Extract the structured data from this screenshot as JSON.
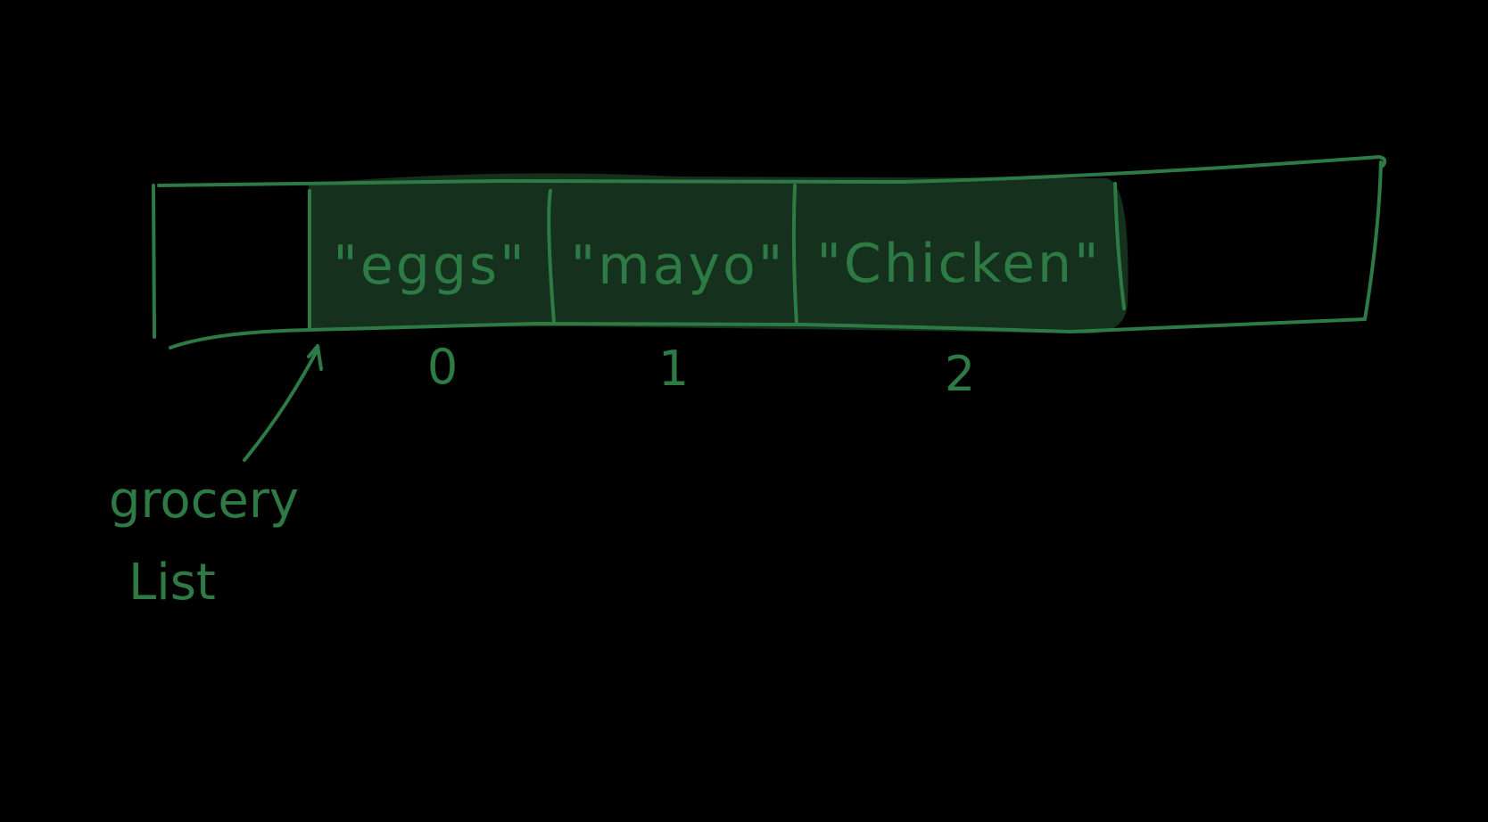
{
  "colors": {
    "background": "#000000",
    "stroke": "#2e7a45",
    "fill": "#15301c"
  },
  "cells": [
    {
      "value": "\"eggs\"",
      "index": "0"
    },
    {
      "value": "\"mayo\"",
      "index": "1"
    },
    {
      "value": "\"Chicken\"",
      "index": "2"
    }
  ],
  "pointer_label": {
    "line1": "grocery",
    "line2": "List"
  }
}
